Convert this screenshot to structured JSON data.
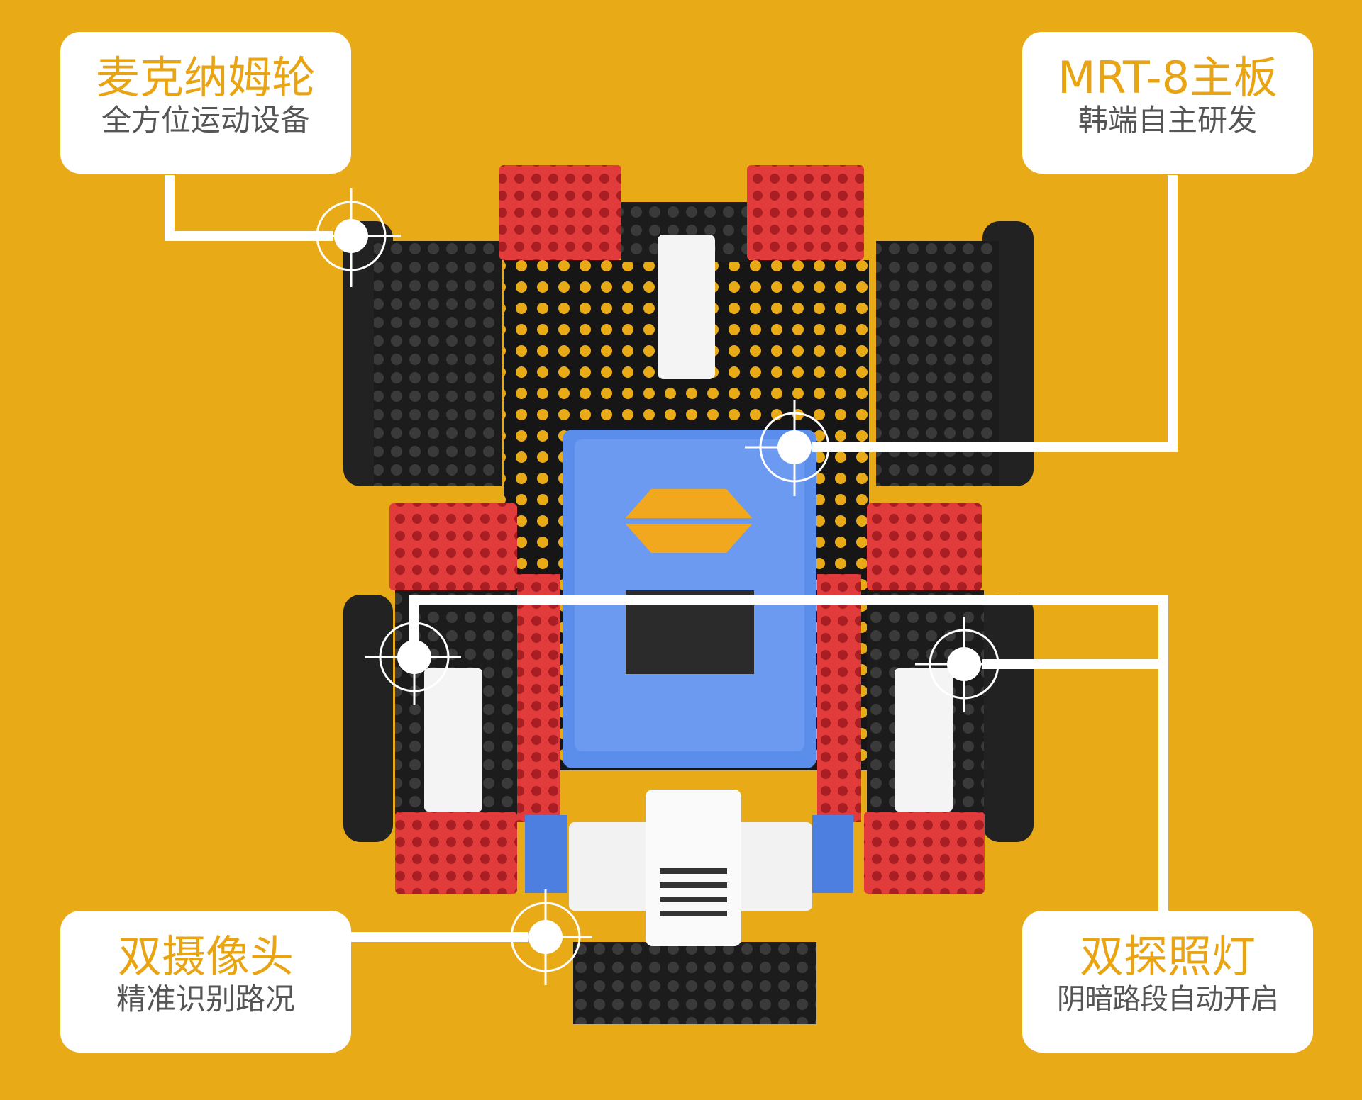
{
  "callouts": {
    "mecanum": {
      "title": "麦克纳姆轮",
      "subtitle": "全方位运动设备"
    },
    "board": {
      "title": "MRT-8主板",
      "subtitle": "韩端自主研发"
    },
    "camera": {
      "title": "双摄像头",
      "subtitle": "精准识别路况"
    },
    "lights": {
      "title": "双探照灯",
      "subtitle": "阴暗路段自动开启"
    }
  },
  "colors": {
    "background": "#E9AA18",
    "accent_text": "#E9A413",
    "body_text": "#555555",
    "board_blue": "#5B8DEB",
    "block_red": "#E23B3B"
  }
}
